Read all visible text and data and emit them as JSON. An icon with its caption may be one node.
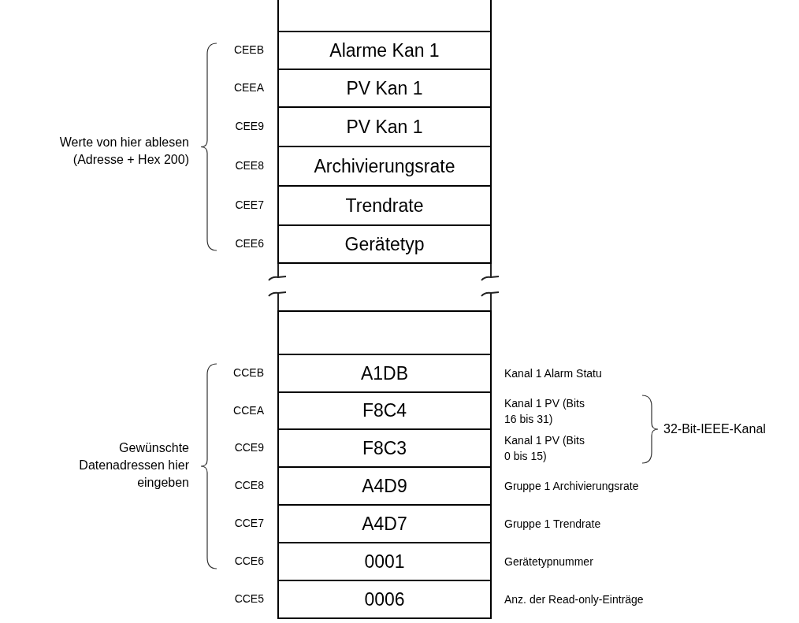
{
  "diagram": {
    "nodes": [
      {
        "text": [],
        "shape": "box"
      },
      {
        "text": [
          "Alarme Kan 1"
        ],
        "beside": [
          "CEEB"
        ]
      },
      {
        "text": [
          "PV Kan 1"
        ],
        "beside": [
          "CEEA"
        ]
      },
      {
        "text": [
          "PV Kan 1"
        ],
        "beside": [
          "CEE9"
        ]
      },
      {
        "text": [
          "Archivierungsrate"
        ],
        "beside": [
          "CEE8"
        ]
      },
      {
        "text": [
          "Trendrate"
        ],
        "beside": [
          "CEE7"
        ]
      },
      {
        "text": [
          "Gerätetyp"
        ],
        "beside": [
          "CEE6"
        ]
      },
      {
        "text": [],
        "shape": "box"
      },
      {
        "text": [
          "A1DB"
        ],
        "beside": [
          "CCEB",
          "Kanal 1 Alarm Statu"
        ]
      },
      {
        "text": [
          "F8C4"
        ],
        "beside": [
          "CCEA",
          "Kanal 1 PV (Bits 16 bis 31)"
        ]
      },
      {
        "text": [
          "F8C3"
        ],
        "beside": [
          "CCE9",
          "Kanal 1 PV (Bits 0 bis 15)"
        ]
      },
      {
        "text": [
          "A4D9"
        ],
        "beside": [
          "CCE8",
          "Gruppe 1 Archivierungsrate"
        ]
      },
      {
        "text": [
          "A4D7"
        ],
        "beside": [
          "CCE7",
          "Gruppe 1 Trendrate"
        ]
      },
      {
        "text": [
          "0001"
        ],
        "beside": [
          "CCE6",
          "Gerätetypnummer"
        ]
      },
      {
        "text": [
          "0006"
        ],
        "beside": [
          "CCE5",
          "Anz. der Read-only-Einträge"
        ]
      }
    ],
    "labels": [
      "Werte von hier ablesen (Adresse + Hex 200)",
      "Gewünschte Datenadressen hier eingeben",
      "32-Bit-IEEE-Kanal"
    ]
  }
}
